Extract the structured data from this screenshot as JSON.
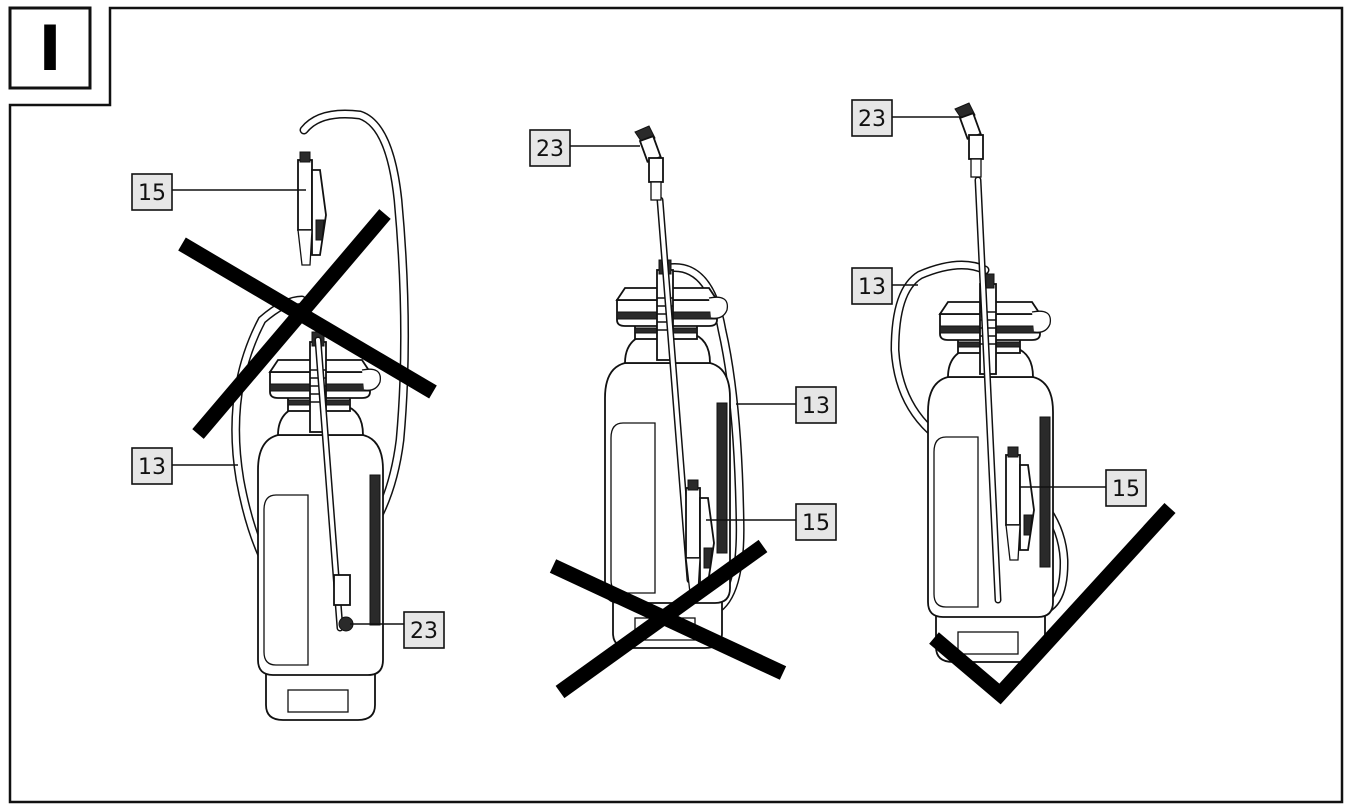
{
  "figure_label": "I",
  "panels": [
    {
      "id": "left",
      "status": "incorrect",
      "status_icon": "cross-mark-icon",
      "callouts": [
        {
          "part": "15",
          "text": "15"
        },
        {
          "part": "13",
          "text": "13"
        },
        {
          "part": "23",
          "text": "23"
        }
      ]
    },
    {
      "id": "middle",
      "status": "incorrect",
      "status_icon": "cross-mark-icon",
      "callouts": [
        {
          "part": "23",
          "text": "23"
        },
        {
          "part": "13",
          "text": "13"
        },
        {
          "part": "15",
          "text": "15"
        }
      ]
    },
    {
      "id": "right",
      "status": "correct",
      "status_icon": "check-mark-icon",
      "callouts": [
        {
          "part": "23",
          "text": "23"
        },
        {
          "part": "13",
          "text": "13"
        },
        {
          "part": "15",
          "text": "15"
        }
      ]
    }
  ],
  "colors": {
    "line": "#111111",
    "label_box": "#e6e6e6",
    "background": "#ffffff"
  }
}
